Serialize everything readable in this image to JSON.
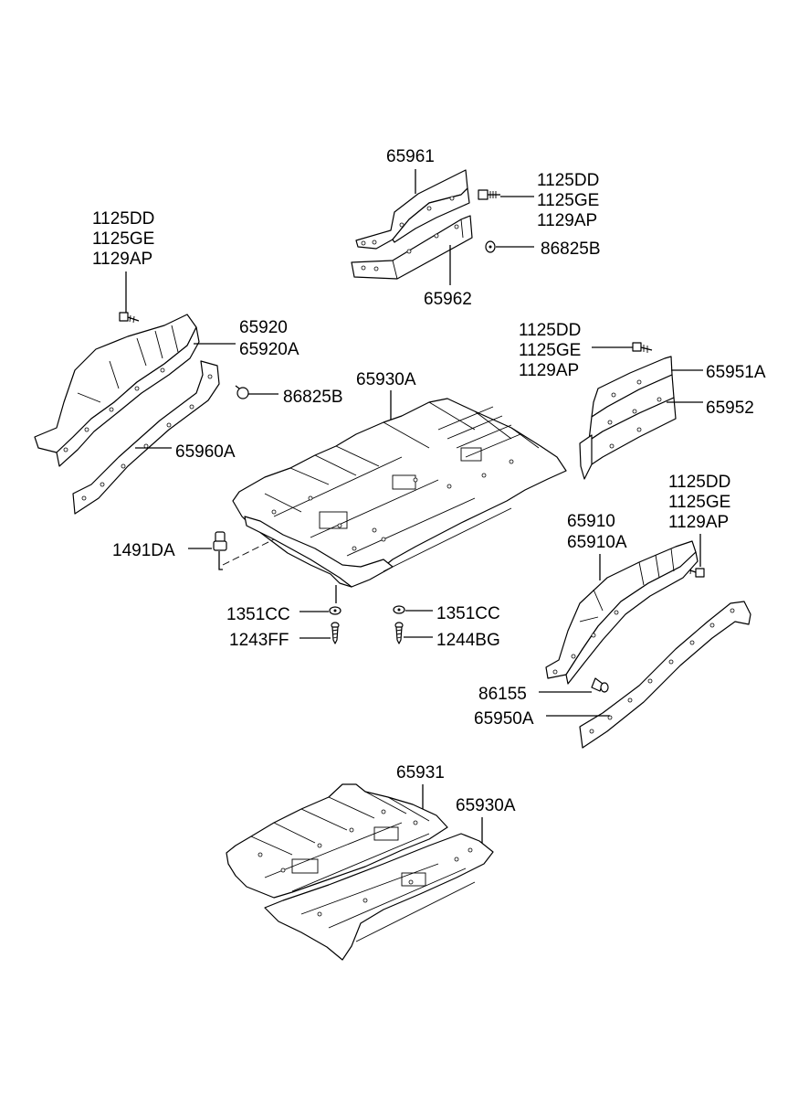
{
  "labels": {
    "p65961": "65961",
    "p65962": "65962",
    "rb1_l1": "1125DD",
    "rb1_l2": "1125GE",
    "rb1_l3": "1129AP",
    "p86825b_top": "86825B",
    "lb_l1": "1125DD",
    "lb_l2": "1125GE",
    "lb_l3": "1129AP",
    "p65920": "65920",
    "p65920a": "65920A",
    "p86825b_left": "86825B",
    "p65960a": "65960A",
    "p65930a_top": "65930A",
    "rb2_l1": "1125DD",
    "rb2_l2": "1125GE",
    "rb2_l3": "1129AP",
    "p65951a": "65951A",
    "p65952": "65952",
    "rb3_l1": "1125DD",
    "rb3_l2": "1125GE",
    "rb3_l3": "1129AP",
    "p65910": "65910",
    "p65910a": "65910A",
    "p1491da": "1491DA",
    "p1351cc_l": "1351CC",
    "p1243ff": "1243FF",
    "p1351cc_r": "1351CC",
    "p1244bg": "1244BG",
    "p86155": "86155",
    "p65950a": "65950A",
    "p65931": "65931",
    "p65930a_bot": "65930A"
  }
}
